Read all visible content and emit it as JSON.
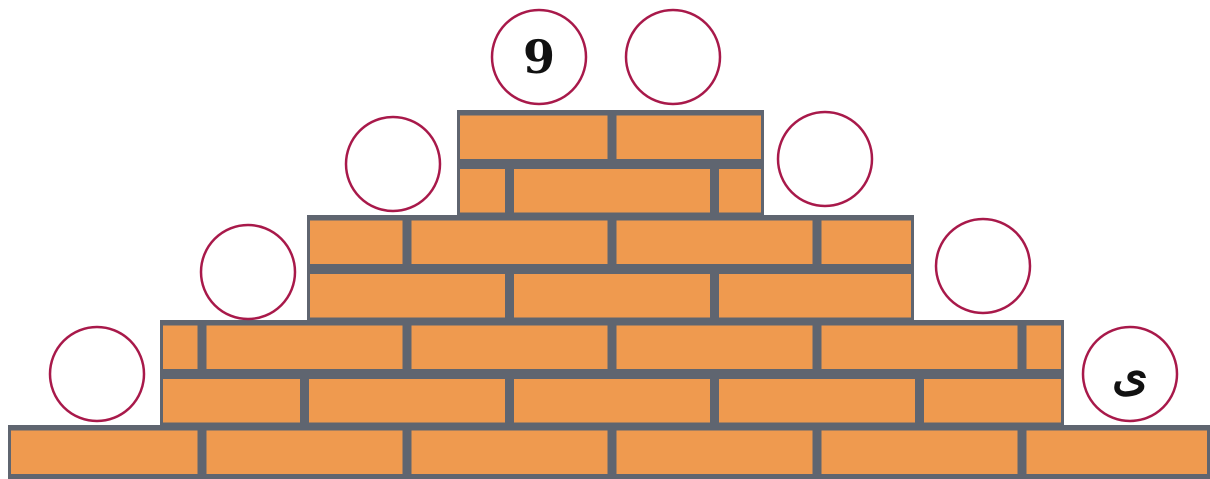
{
  "colors": {
    "background": "#ffffff",
    "brick": "#ef9a4f",
    "mortar": "#5f6570",
    "circle_stroke": "#a8194a",
    "text": "#111111"
  },
  "circles": [
    {
      "id": "top-left",
      "label": "9"
    },
    {
      "id": "top-right",
      "label": ""
    },
    {
      "id": "step1-left",
      "label": ""
    },
    {
      "id": "step1-right",
      "label": ""
    },
    {
      "id": "step2-left",
      "label": ""
    },
    {
      "id": "step2-right",
      "label": ""
    },
    {
      "id": "step3-left",
      "label": ""
    },
    {
      "id": "step3-right",
      "label": "ی"
    }
  ]
}
